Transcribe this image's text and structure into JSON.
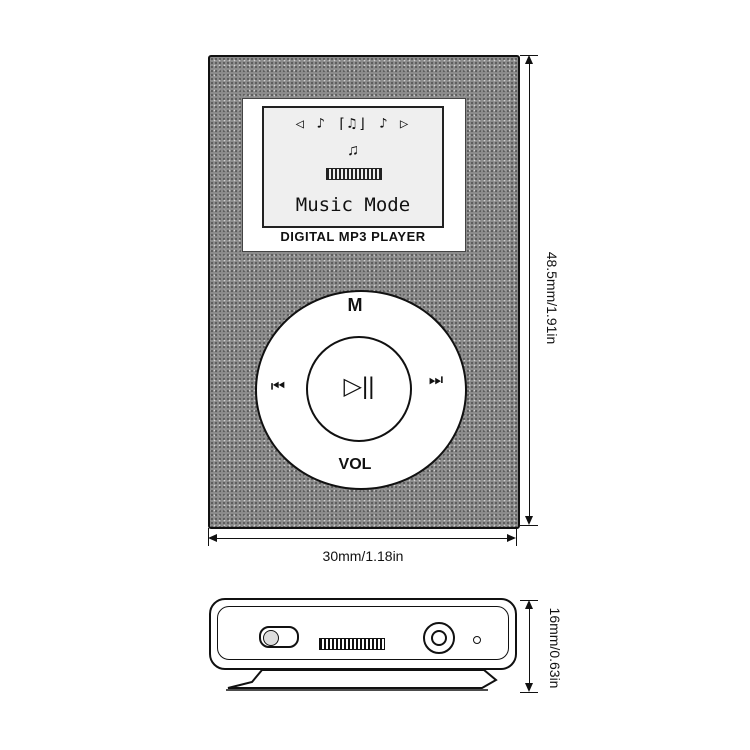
{
  "front": {
    "lcd_icons": "◁ ♪ ⌈♫⌋ ♪ ▷",
    "lcd_note": "♫",
    "lcd_mode": "Music Mode",
    "brand": "DIGITAL MP3 PLAYER",
    "menu_label": "M",
    "volume_label": "VOL",
    "play_pause_icon": "▷||",
    "prev_icon": "⏮",
    "next_icon": "⏭"
  },
  "dimensions": {
    "width": "30mm/1.18in",
    "height": "48.5mm/1.91in",
    "depth": "16mm/0.63in"
  }
}
